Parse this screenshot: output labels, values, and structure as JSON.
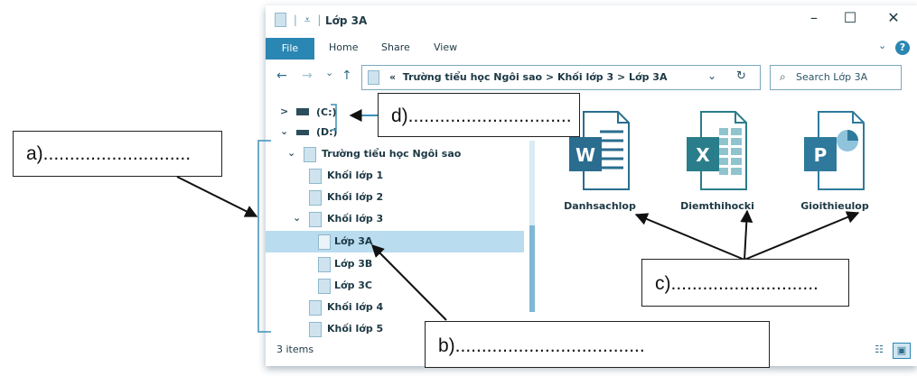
{
  "window": {
    "title": "Lớp 3A",
    "qat_icon": "folder-icon",
    "controls": [
      "–",
      "☐",
      "✕"
    ]
  },
  "ribbon": {
    "tabs": [
      "File",
      "Home",
      "Share",
      "View"
    ],
    "help": "?"
  },
  "navigation": {
    "back": "←",
    "forward": "→",
    "recent": "⌄",
    "up": "↑",
    "address_prefix": "«",
    "address": "Trường tiểu học Ngôi sao  >  Khối lớp 3  >  Lớp 3A",
    "refresh": "↻",
    "search_placeholder": "Search Lớp 3A"
  },
  "tree": [
    {
      "label": "(C:)",
      "expander": ">"
    },
    {
      "label": "(D:)",
      "expander": "⌄"
    },
    {
      "label": "Trường tiểu học Ngôi sao",
      "expander": "⌄"
    },
    {
      "label": "Khối lớp 1"
    },
    {
      "label": "Khối lớp 2"
    },
    {
      "label": "Khối lớp 3",
      "expander": "⌄"
    },
    {
      "label": "Lớp 3A",
      "selected": true
    },
    {
      "label": "Lớp 3B"
    },
    {
      "label": "Lớp 3C"
    },
    {
      "label": "Khối lớp 4"
    },
    {
      "label": "Khối lớp 5"
    }
  ],
  "files": [
    {
      "name": "Danhsachlop",
      "icon": "word-document-icon",
      "letter": "W",
      "color": "#2a6d8f"
    },
    {
      "name": "Diemthihocki",
      "icon": "excel-spreadsheet-icon",
      "letter": "X",
      "color": "#2a7d8a"
    },
    {
      "name": "Gioithieulop",
      "icon": "powerpoint-presentation-icon",
      "letter": "P",
      "color": "#2f7a9c"
    }
  ],
  "status": {
    "count": "3 items"
  },
  "callouts": {
    "a": "a)............................",
    "b": "b)....................................",
    "c": "c)............................",
    "d": "d)..............................."
  }
}
